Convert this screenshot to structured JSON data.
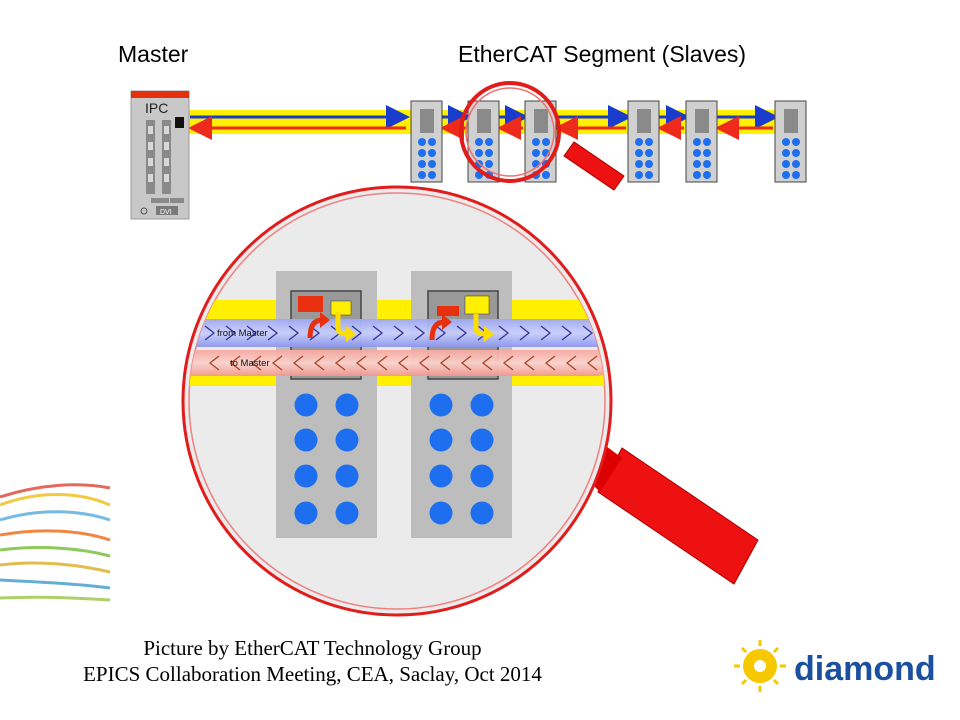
{
  "headings": {
    "master": "Master",
    "segment": "EtherCAT Segment (Slaves)"
  },
  "ipc": {
    "label": "IPC",
    "port_label": "DVI"
  },
  "zoom": {
    "from_master_label": "from Master",
    "to_master_label": "to Master"
  },
  "caption": {
    "line1": "Picture by EtherCAT Technology Group",
    "line2": "EPICS Collaboration Meeting, CEA, Saclay, Oct 2014"
  },
  "logo": {
    "text": "diamond"
  },
  "colors": {
    "signal_yellow": "#ffef00",
    "arrow_blue": "#1a3ccc",
    "arrow_red": "#ee2a1a",
    "magnifier_red": "#ee1111",
    "device_grey": "#c8c8c8",
    "led_blue": "#1d6ff0",
    "logo_blue": "#1b4fa0",
    "logo_yellow": "#f5c800"
  }
}
